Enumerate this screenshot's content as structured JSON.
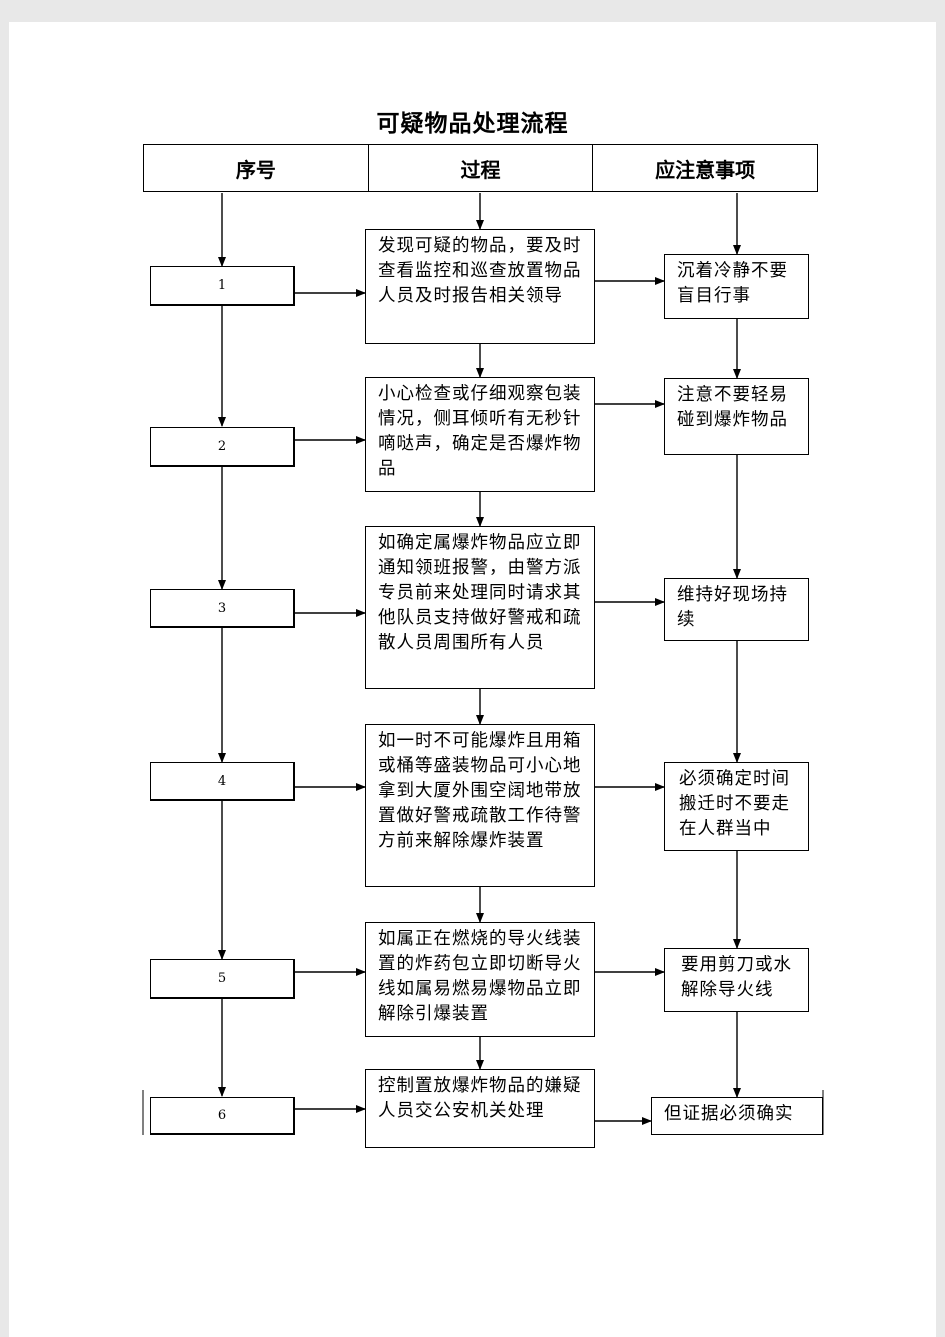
{
  "title": "可疑物品处理流程",
  "header": [
    "序号",
    "过程",
    "应注意事项"
  ],
  "steps": [
    {
      "num": "1",
      "process": "发现可疑的物品，要及时查看监控和巡查放置物品人员及时报告相关领导",
      "note": "沉着冷静不要盲目行事"
    },
    {
      "num": "2",
      "process": "小心检查或仔细观察包装情况，侧耳倾听有无秒针嘀哒声，确定是否爆炸物品",
      "note": "注意不要轻易碰到爆炸物品"
    },
    {
      "num": "3",
      "process": "如确定属爆炸物品应立即通知领班报警，由警方派专员前来处理同时请求其他队员支持做好警戒和疏散人员周围所有人员",
      "note": "维持好现场持续"
    },
    {
      "num": "4",
      "process": "如一时不可能爆炸且用箱或桶等盛装物品可小心地拿到大厦外围空阔地带放置做好警戒疏散工作待警方前来解除爆炸装置",
      "note": "必须确定时间搬迁时不要走在人群当中"
    },
    {
      "num": "5",
      "process": "如属正在燃烧的导火线装置的炸药包立即切断导火线如属易燃易爆物品立即解除引爆装置",
      "note": "要用剪刀或水解除导火线"
    },
    {
      "num": "6",
      "process": "控制置放爆炸物品的嫌疑人员交公安机关处理",
      "note": "但证据必须确实"
    }
  ]
}
